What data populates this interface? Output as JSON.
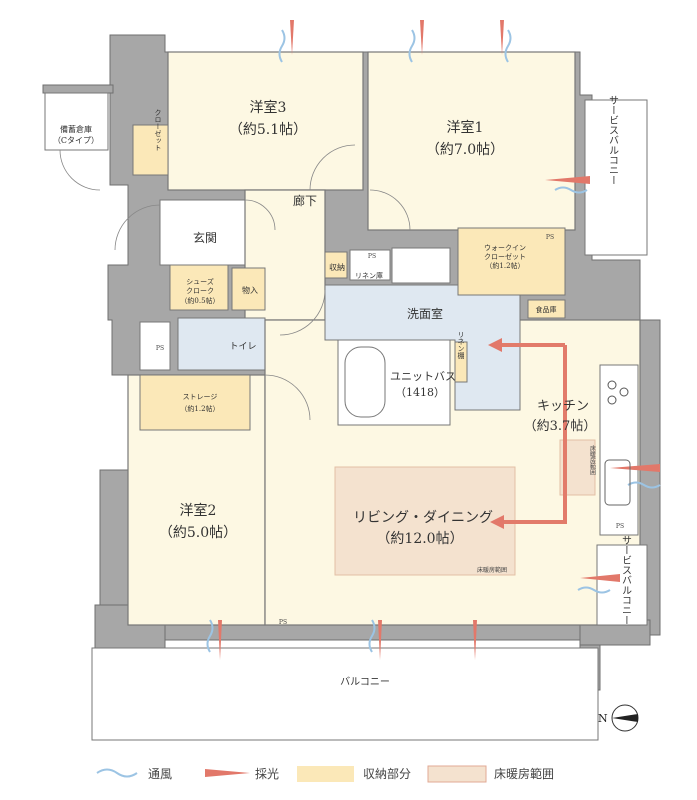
{
  "rooms": {
    "western3": {
      "name": "洋室3",
      "size": "（約5.1帖）"
    },
    "western1": {
      "name": "洋室1",
      "size": "（約7.0帖）"
    },
    "western2": {
      "name": "洋室2",
      "size": "（約5.0帖）"
    },
    "hallway": "廊下",
    "entrance": "玄関",
    "washroom": "洗面室",
    "unit_bath": {
      "name": "ユニットバス",
      "size": "（1418）"
    },
    "kitchen": {
      "name": "キッチン",
      "size": "（約3.7帖）"
    },
    "living_dining": {
      "name": "リビング・ダイニング",
      "size": "（約12.0帖）"
    },
    "balcony": "バルコニー",
    "service_balcony_top": "サービスバルコニー",
    "service_balcony_bottom": "サービスバルコニー"
  },
  "small_labels": {
    "stockpile": "備蓄倉庫",
    "stockpile_type": "（Cタイプ）",
    "closet": "クローゼット",
    "shoes_cloak": "シューズ",
    "shoes_cloak2": "クローク",
    "shoes_cloak_size": "（約0.5帖）",
    "storage_closet": "物入",
    "toilet": "トイレ",
    "storage": "ストレージ",
    "storage_size": "（約1.2帖）",
    "shuno": "収納",
    "linen_store": "リネン庫",
    "linen_shelf": "リネン棚",
    "wic": "ウォークイン",
    "wic2": "クローゼット",
    "wic_size": "（約1.2帖）",
    "pantry": "食品庫",
    "ps": "PS",
    "floor_heating_range": "床暖房範囲"
  },
  "legend": [
    {
      "label": "通風",
      "icon": "ventilation-wave",
      "color": "#9cc4e4"
    },
    {
      "label": "採光",
      "icon": "daylight-wedge",
      "color": "#e2786a"
    },
    {
      "label": "収納部分",
      "icon": "storage-swatch",
      "color": "#fbe8b8"
    },
    {
      "label": "床暖房範囲",
      "icon": "floor-heating-swatch",
      "color": "#f4e2cf"
    }
  ],
  "compass": "N"
}
